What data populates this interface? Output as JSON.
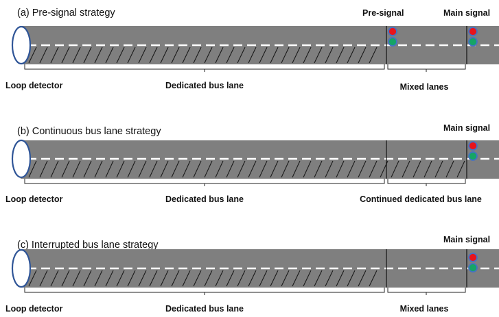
{
  "panels": [
    {
      "title": "(a) Pre-signal strategy",
      "signals": [
        "Pre-signal",
        "Main signal"
      ],
      "labels": {
        "detector": "Loop detector",
        "dedicated": "Dedicated bus lane",
        "downstream": "Mixed lanes"
      }
    },
    {
      "title": "(b) Continuous bus lane strategy",
      "signals": [
        "Main signal"
      ],
      "labels": {
        "detector": "Loop detector",
        "dedicated": "Dedicated bus lane",
        "downstream": "Continued dedicated bus lane"
      }
    },
    {
      "title": "(c) Interrupted bus lane strategy",
      "signals": [
        "Main signal"
      ],
      "labels": {
        "detector": "Loop detector",
        "dedicated": "Dedicated bus lane",
        "downstream": "Mixed lanes"
      }
    }
  ],
  "colors": {
    "road": "#7f7f7f",
    "lane_marking": "#ffffff",
    "hatch": "#1a1a1a",
    "detector_fill": "#ffffff",
    "detector_stroke": "#2f5597",
    "signal_red": "#e8141b",
    "signal_green": "#15a565",
    "signal_outline": "#4472c4"
  }
}
